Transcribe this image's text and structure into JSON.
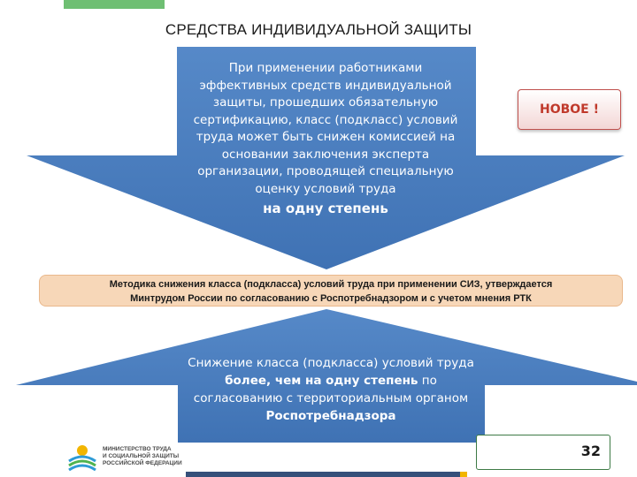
{
  "slide": {
    "title": "СРЕДСТВА ИНДИВИДУАЛЬНОЙ ЗАЩИТЫ",
    "page_number": "32"
  },
  "top_arrow": {
    "lines": [
      "При применении работниками",
      "эффективных средств индивидуальной",
      "защиты, прошедших обязательную",
      "сертификацию, класс (подкласс) условий",
      "труда может быть снижен комиссией на",
      "основании заключения эксперта",
      "организации, проводящей специальную",
      "оценку условий труда"
    ],
    "emphasis": "на одну степень"
  },
  "badge": {
    "label": "НОВОЕ !"
  },
  "method_note": {
    "line1": "Методика снижения класса (подкласса) условий труда при применении СИЗ, утверждается",
    "line2": "Минтрудом России по согласованию с Роспотребнадзором и с учетом мнения РТК"
  },
  "bottom_arrow": {
    "p1": "Снижение класса (подкласса) условий труда ",
    "p1_bold": "более, чем на одну степень",
    "p2": " по согласованию с территориальным органом ",
    "p2_bold": "Роспотребнадзора"
  },
  "ministry": {
    "line1": "Министерство труда",
    "line2": "и социальной защиты",
    "line3": "Российской Федерации"
  },
  "colors": {
    "arrow_blue": "#4a7fc1",
    "badge_red": "#c0392b",
    "note_peach": "#f7d7b8",
    "accent_green": "#6fbf73"
  }
}
